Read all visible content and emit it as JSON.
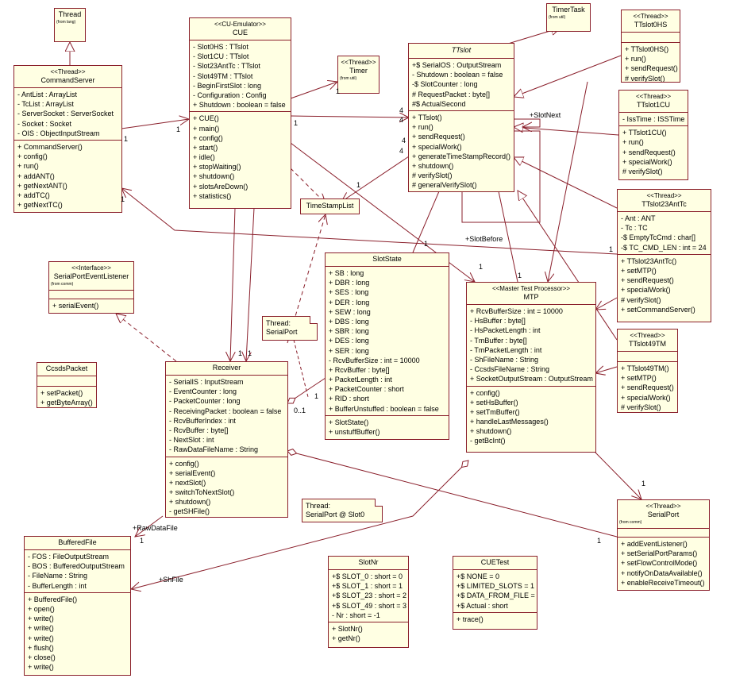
{
  "classes": {
    "thread_top": {
      "stereo": "",
      "name": "Thread",
      "pkg": "(from lang)",
      "attrs": [],
      "ops": []
    },
    "command_server": {
      "stereo": "<<Thread>>",
      "name": "CommandServer",
      "attrs": [
        "- AntList : ArrayList",
        "- TcList : ArrayList",
        "- ServerSocket : ServerSocket",
        "- Socket : Socket",
        "- OIS : ObjectInputStream"
      ],
      "ops": [
        "+ CommandServer()",
        "+ config()",
        "+ run()",
        "+ addANT()",
        "+ getNextANT()",
        "+ addTC()",
        "+ getNextTC()"
      ]
    },
    "cue": {
      "stereo": "<<CU-Emulator>>",
      "name": "CUE",
      "attrs": [
        "- Slot0HS : TTslot",
        "- Slot1CU : TTslot",
        "- Slot23AntTc : TTslot",
        "- Slot49TM : TTslot",
        "- BeginFirstSlot : long",
        "- Configuration : Config",
        "+ Shutdown : boolean = false"
      ],
      "ops": [
        "+ CUE()",
        "+ main()",
        "+ config()",
        "+ start()",
        "+ idle()",
        "+ stopWaiting()",
        "+ shutdown()",
        "+ slotsAreDown()",
        "+ statistics()"
      ]
    },
    "timer": {
      "stereo": "<<Thread>>",
      "name": "Timer",
      "pkg": "(from util)",
      "attrs": [],
      "ops": []
    },
    "timertask": {
      "stereo": "",
      "name": "TimerTask",
      "pkg": "(from util)",
      "attrs": [],
      "ops": []
    },
    "ttslot": {
      "stereo": "",
      "name": "TTslot",
      "attrs": [
        "+$ SerialOS : OutputStream",
        "- Shutdown : boolean = false",
        "-$ SlotCounter : long",
        "# RequestPacket : byte[]",
        "#$ ActualSecond"
      ],
      "ops": [
        "+ TTslot()",
        "+ run()",
        "+ sendRequest()",
        "+ specialWork()",
        "+ generateTimeStampRecord()",
        "+ shutdown()",
        "# verifySlot()",
        "# generalVerifySlot()"
      ]
    },
    "ttslot0hs": {
      "stereo": "<<Thread>>",
      "name": "TTslot0HS",
      "attrs": [],
      "ops": [
        "+ TTslot0HS()",
        "+ run()",
        "+ sendRequest()",
        "# verifySlot()"
      ]
    },
    "ttslot1cu": {
      "stereo": "<<Thread>>",
      "name": "TTslot1CU",
      "attrs": [
        "- IssTime : ISSTime"
      ],
      "ops": [
        "+ TTslot1CU()",
        "+ run()",
        "+ sendRequest()",
        "+ specialWork()",
        "# verifySlot()"
      ]
    },
    "ttslot23": {
      "stereo": "<<Thread>>",
      "name": "TTslot23AntTc",
      "attrs": [
        "- Ant : ANT",
        "- Tc : TC",
        "-$ EmptyTcCmd : char[]",
        "-$ TC_CMD_LEN : int = 24"
      ],
      "ops": [
        "+ TTslot23AntTc()",
        "+ setMTP()",
        "+ sendRequest()",
        "+ specialWork()",
        "# verifySlot()",
        "+ setCommandServer()"
      ]
    },
    "ttslot49": {
      "stereo": "<<Thread>>",
      "name": "TTslot49TM",
      "attrs": [],
      "ops": [
        "+ TTslot49TM()",
        "+ setMTP()",
        "+ sendRequest()",
        "+ specialWork()",
        "# verifySlot()"
      ]
    },
    "timestamplist": {
      "stereo": "",
      "name": "TimeStampList",
      "attrs": [],
      "ops": []
    },
    "serialport_listener": {
      "stereo": "<<Interface>>",
      "name": "SerialPortEventListener",
      "pkg": "(from comm)",
      "attrs": [],
      "ops": [
        "+ serialEvent()"
      ]
    },
    "slotstate": {
      "stereo": "",
      "name": "SlotState",
      "attrs": [
        "+ SB : long",
        "+ DBR : long",
        "+ SES : long",
        "+ DER : long",
        "+ SEW : long",
        "+ DBS : long",
        "+ SBR : long",
        "+ DES : long",
        "+ SER : long",
        "- RcvBufferSize : int = 10000",
        "+ RcvBuffer : byte[]",
        "+ PacketLength : int",
        "+ PacketCounter : short",
        "+ RID : short",
        "+ BufferUnstuffed : boolean = false"
      ],
      "ops": [
        "+ SlotState()",
        "+ unstuffBuffer()"
      ]
    },
    "mtp": {
      "stereo": "<<Master Test Processor>>",
      "name": "MTP",
      "attrs": [
        "+ RcvBufferSize : int = 10000",
        "- HsBuffer : byte[]",
        "- HsPacketLength : int",
        "- TmBuffer : byte[]",
        "- TmPacketLength : int",
        "- ShFileName : String",
        "- CcsdsFileName : String",
        "+ SocketOutputStream : OutputStream"
      ],
      "ops": [
        "+ config()",
        "+ setHsBuffer()",
        "+ setTmBuffer()",
        "+ handleLastMessages()",
        "+ shutdown()",
        "- getBcInt()"
      ]
    },
    "ccsds": {
      "stereo": "",
      "name": "CcsdsPacket",
      "attrs": [],
      "ops": [
        "+ setPacket()",
        "+ getByteArray()"
      ]
    },
    "receiver": {
      "stereo": "",
      "name": "Receiver",
      "attrs": [
        "- SerialIS : InputStream",
        "- EventCounter : long",
        "- PacketCounter : long",
        "- ReceivingPacket : boolean = false",
        "- RcvBufferIndex : int",
        "- RcvBuffer : byte[]",
        "- NextSlot : int",
        "- RawDataFileName : String"
      ],
      "ops": [
        "+ config()",
        "+ serialEvent()",
        "+ nextSlot()",
        "+ switchToNextSlot()",
        "+ shutdown()",
        "- getSHFile()"
      ]
    },
    "bufferedfile": {
      "stereo": "",
      "name": "BufferedFile",
      "attrs": [
        "- FOS : FileOutputStream",
        "- BOS : BufferedOutputStream",
        "- FileName : String",
        "- BufferLength : int"
      ],
      "ops": [
        "+ BufferedFile()",
        "+ open()",
        "+ write()",
        "+ write()",
        "+ write()",
        "+ flush()",
        "+ close()",
        "+ write()"
      ]
    },
    "slotnr": {
      "stereo": "",
      "name": "SlotNr",
      "attrs": [
        "+$ SLOT_0 : short = 0",
        "+$ SLOT_1 : short = 1",
        "+$ SLOT_23 : short = 2",
        "+$ SLOT_49 : short = 3",
        "- Nr : short = -1"
      ],
      "ops": [
        "+ SlotNr()",
        "+ getNr()"
      ]
    },
    "cuetest": {
      "stereo": "",
      "name": "CUETest",
      "attrs": [
        "+$ NONE = 0",
        "+$ LIMITED_SLOTS = 1",
        "+$ DATA_FROM_FILE = 2",
        "+$ Actual : short"
      ],
      "ops": [
        "+ trace()"
      ]
    },
    "serialport": {
      "stereo": "<<Thread>>",
      "name": "SerialPort",
      "pkg": "(from comm)",
      "attrs": [],
      "ops": [
        "+ addEventListener()",
        "+ setSerialPortParams()",
        "+ setFlowControlMode()",
        "+ notifyOnDataAvailable()",
        "+ enableReceiveTimeout()"
      ]
    }
  },
  "notes": {
    "note_serialport": [
      "Thread:",
      "SerialPort"
    ],
    "note_serialport_slot0": [
      "Thread:",
      "SerialPort @ Slot0"
    ]
  },
  "labels": {
    "m_cs_1": "1",
    "m_cue_1": "1",
    "m_cue_1b": "1",
    "m_tt_4a": "4",
    "m_tt_4b": "4",
    "m_tt_4c": "4",
    "m_tt_4d": "4",
    "m_timer_1": "1",
    "m_cs_1b": "1",
    "m_t23_1": "1",
    "m_ss_1": "1",
    "m_mtp_1": "1",
    "m_mtp_1b": "1",
    "m_rcv_1": "1",
    "m_rcv_1b": "1",
    "m_ss_1b": "1",
    "m_01": "0..1",
    "m_sp_1": "1",
    "m_sp_1b": "1",
    "m_bf_1": "1",
    "m_rcv_1c": "1",
    "slot_next": "+SlotNext",
    "slot_before": "+SlotBefore",
    "raw_data_file": "+RawDataFile",
    "sh_file": "+ShFile"
  }
}
